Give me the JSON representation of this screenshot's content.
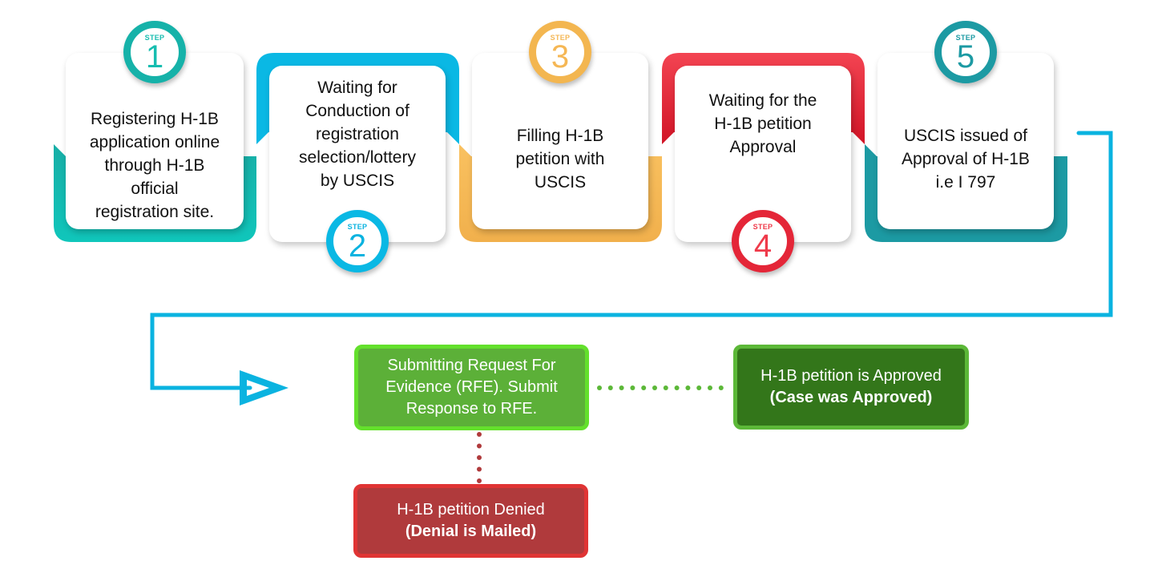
{
  "colors": {
    "teal": "#17bdb0",
    "blue": "#0ab3e0",
    "orange": "#f5b755",
    "red": "#e8283c",
    "dark_teal": "#1c9aa3",
    "connector": "#0ab3e0",
    "rfe_fill": "#5cb038",
    "rfe_border": "#63e02c",
    "approved_fill": "#33761a",
    "approved_border": "#5cb838",
    "denied_fill": "#b03a3c",
    "denied_border": "#e03434",
    "green_dots": "#5cb838",
    "red_dots": "#b03a3c"
  },
  "step_label": "STEP",
  "steps": [
    {
      "number": "1",
      "text": "Registering H-1B\napplication online\nthrough H-1B\nofficial\nregistration site."
    },
    {
      "number": "2",
      "text": "Waiting for\nConduction of\nregistration\nselection/lottery\nby USCIS"
    },
    {
      "number": "3",
      "text": "Filling H-1B\npetition with\nUSCIS"
    },
    {
      "number": "4",
      "text": "Waiting for the\nH-1B petition\nApproval"
    },
    {
      "number": "5",
      "text": "USCIS issued of\nApproval of H-1B\ni.e I 797"
    }
  ],
  "outcomes": {
    "rfe": {
      "line1": "Submitting Request For",
      "line2": "Evidence (RFE). Submit",
      "line3": "Response to RFE."
    },
    "approved": {
      "line1": "H-1B petition is Approved",
      "line2": "(Case was Approved)"
    },
    "denied": {
      "line1": "H-1B petition Denied",
      "line2": "(Denial is Mailed)"
    }
  }
}
